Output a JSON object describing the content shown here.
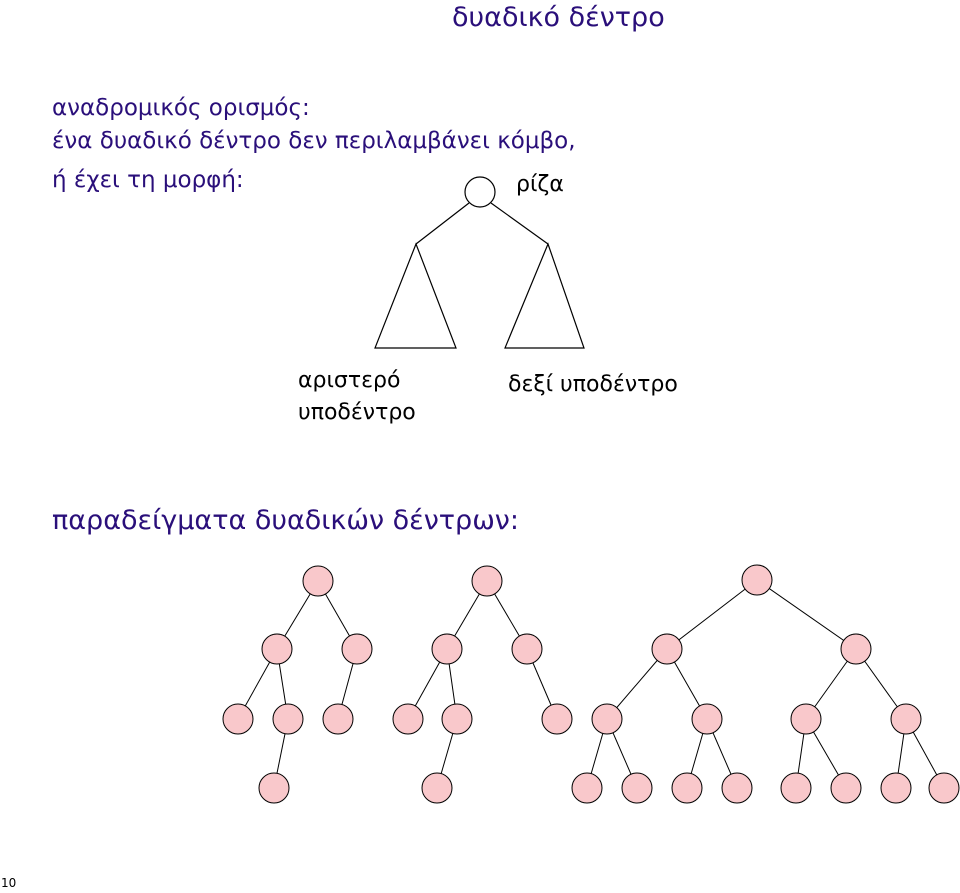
{
  "slide": {
    "title": "δυαδικό δέντρο",
    "definition": [
      "αναδρομικός ορισμός:",
      "ένα δυαδικό δέντρο δεν περιλαμβάνει κόμβο,",
      "ή έχει τη μορφή:"
    ],
    "root_label": "ρίζα",
    "left_subtree_label": [
      "αριστερό",
      "υποδέντρο"
    ],
    "right_subtree_label": "δεξί υποδέντρο",
    "examples_heading": "παραδείγματα δυαδικών δέντρων:",
    "page_number": "10"
  },
  "colors": {
    "title": "#2a0f7a",
    "node_fill": "#f9c8cb",
    "stroke": "#000000"
  }
}
